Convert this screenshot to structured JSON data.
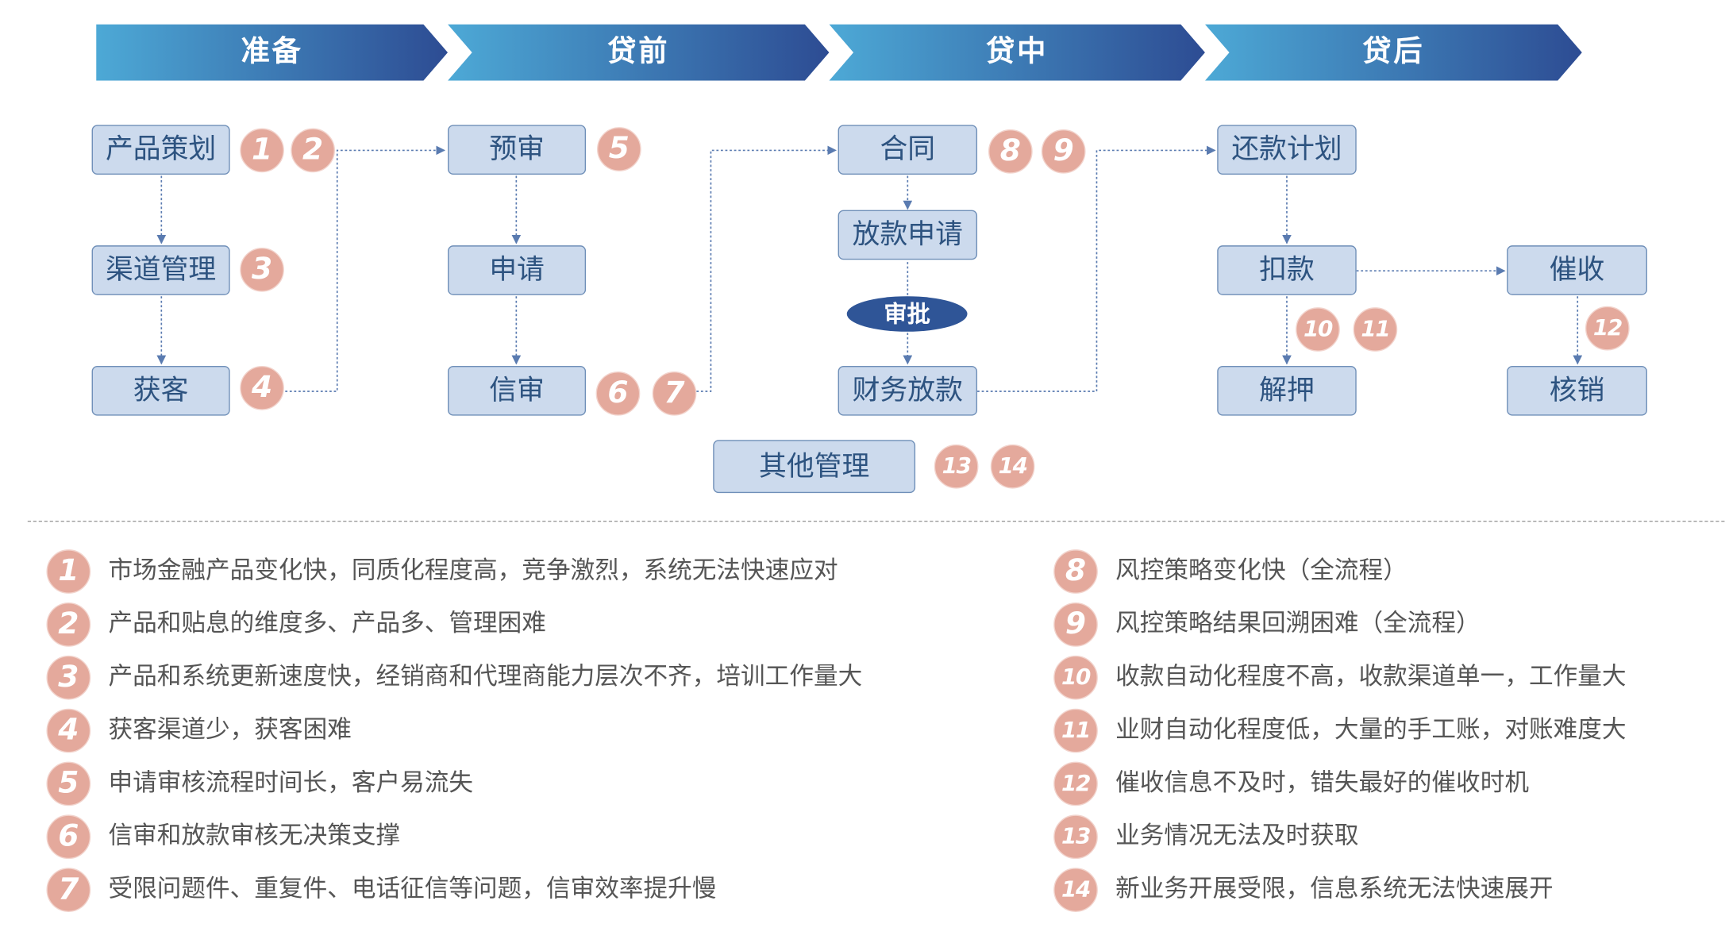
{
  "colors": {
    "stage_light": "#4da9d6",
    "stage_dark": "#2d4c93",
    "node_fill": "#ccdaed",
    "node_border": "#6f8fb8",
    "node_text": "#2d5380",
    "badge_fill": "#e4a99c",
    "approve_fill": "#2f5597",
    "connector": "#5a7bb0"
  },
  "stages": [
    "准备",
    "贷前",
    "贷中",
    "贷后"
  ],
  "nodes": {
    "product_plan": "产品策划",
    "channel_mgmt": "渠道管理",
    "acquire": "获客",
    "pre_review": "预审",
    "apply": "申请",
    "credit_review": "信审",
    "contract": "合同",
    "loan_apply": "放款申请",
    "approve": "审批",
    "finance_loan": "财务放款",
    "other_mgmt": "其他管理",
    "repay_plan": "还款计划",
    "deduct": "扣款",
    "collect": "催收",
    "release": "解押",
    "writeoff": "核销"
  },
  "badges": {
    "b1": "1",
    "b2": "2",
    "b3": "3",
    "b4": "4",
    "b5": "5",
    "b6": "6",
    "b7": "7",
    "b8": "8",
    "b9": "9",
    "b10": "10",
    "b11": "11",
    "b12": "12",
    "b13": "13",
    "b14": "14"
  },
  "notes_left": [
    {
      "num": "1",
      "text": "市场金融产品变化快，同质化程度高，竞争激烈，系统无法快速应对"
    },
    {
      "num": "2",
      "text": "产品和贴息的维度多、产品多、管理困难"
    },
    {
      "num": "3",
      "text": "产品和系统更新速度快，经销商和代理商能力层次不齐，培训工作量大"
    },
    {
      "num": "4",
      "text": "获客渠道少，获客困难"
    },
    {
      "num": "5",
      "text": "申请审核流程时间长，客户易流失"
    },
    {
      "num": "6",
      "text": "信审和放款审核无决策支撑"
    },
    {
      "num": "7",
      "text": "受限问题件、重复件、电话征信等问题，信审效率提升慢"
    }
  ],
  "notes_right": [
    {
      "num": "8",
      "text": "风控策略变化快（全流程）"
    },
    {
      "num": "9",
      "text": "风控策略结果回溯困难（全流程）"
    },
    {
      "num": "10",
      "text": "收款自动化程度不高，收款渠道单一，工作量大"
    },
    {
      "num": "11",
      "text": "业财自动化程度低，大量的手工账，对账难度大"
    },
    {
      "num": "12",
      "text": "催收信息不及时，错失最好的催收时机"
    },
    {
      "num": "13",
      "text": "业务情况无法及时获取"
    },
    {
      "num": "14",
      "text": "新业务开展受限，信息系统无法快速展开"
    }
  ]
}
